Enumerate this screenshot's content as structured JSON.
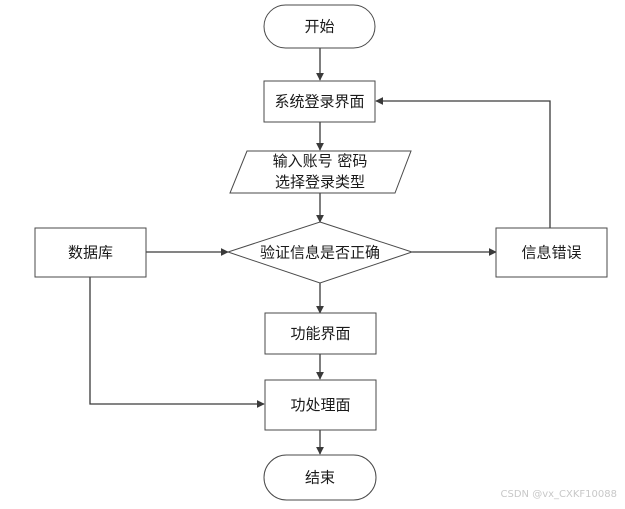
{
  "diagram": {
    "nodes": {
      "start": "开始",
      "login_ui": "系统登录界面",
      "input_line1": "输入账号 密码",
      "input_line2": "选择登录类型",
      "verify": "验证信息是否正确",
      "database": "数据库",
      "info_error": "信息错误",
      "function_ui": "功能界面",
      "process_ui": "功处理面",
      "end": "结束"
    },
    "edges": [
      {
        "from": "start",
        "to": "login_ui"
      },
      {
        "from": "login_ui",
        "to": "input"
      },
      {
        "from": "input",
        "to": "verify"
      },
      {
        "from": "database",
        "to": "verify"
      },
      {
        "from": "verify",
        "to": "info_error"
      },
      {
        "from": "info_error",
        "to": "login_ui"
      },
      {
        "from": "verify",
        "to": "function_ui"
      },
      {
        "from": "function_ui",
        "to": "process_ui"
      },
      {
        "from": "database",
        "to": "process_ui"
      },
      {
        "from": "process_ui",
        "to": "end"
      }
    ]
  },
  "watermark": "CSDN @vx_CXKF10088",
  "colors": {
    "stroke": "#4a4a4a",
    "text": "#1a1a1a",
    "watermark": "#c8c8c8",
    "background": "#ffffff"
  }
}
